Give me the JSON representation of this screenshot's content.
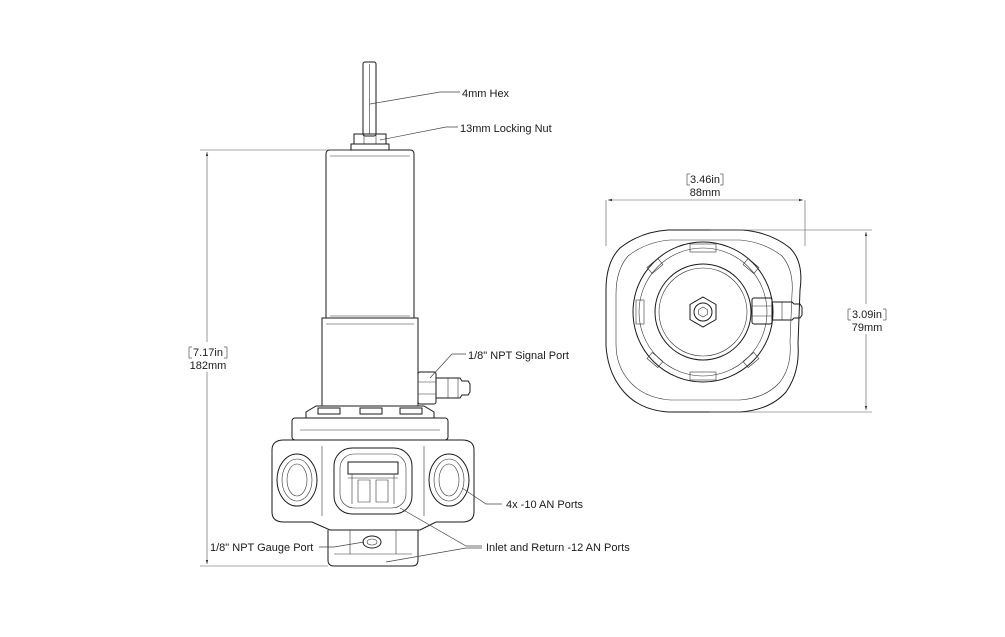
{
  "side_view": {
    "labels": {
      "hex": "4mm Hex",
      "nut": "13mm Locking Nut",
      "signal_port": "1/8\" NPT Signal Port",
      "an10_ports": "4x -10 AN Ports",
      "gauge_port": "1/8\" NPT Gauge Port",
      "an12_ports": "Inlet and Return -12 AN Ports"
    },
    "height_dim": {
      "inches": "7.17in",
      "mm": "182mm"
    }
  },
  "top_view": {
    "width_dim": {
      "inches": "3.46in",
      "mm": "88mm"
    },
    "depth_dim": {
      "inches": "3.09in",
      "mm": "79mm"
    }
  }
}
